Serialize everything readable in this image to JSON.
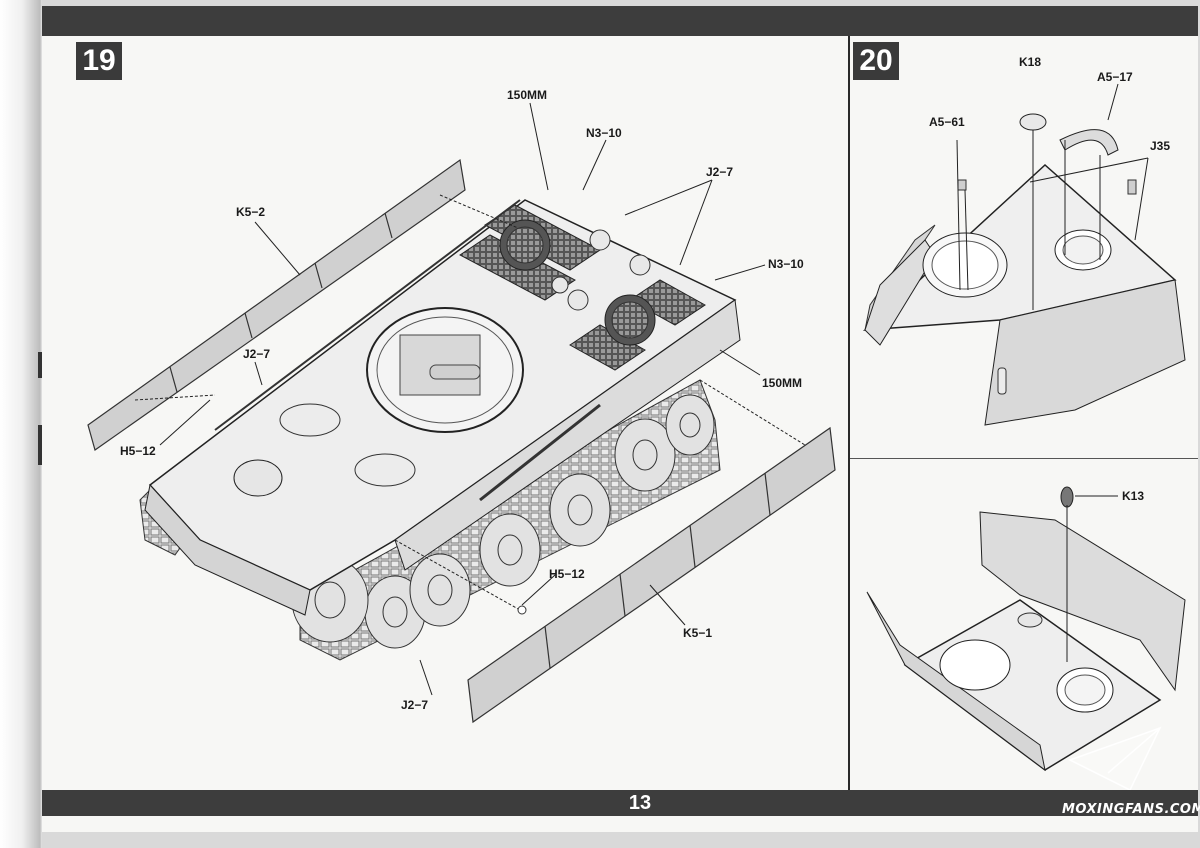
{
  "page_number": "13",
  "steps": [
    {
      "number": "19",
      "callouts": {
        "mm_top": "150MM",
        "n3_top": "N3−10",
        "j2_top": "J2−7",
        "n3_right": "N3−10",
        "mm_right": "150MM",
        "k5_2": "K5−2",
        "j2_left": "J2−7",
        "h5_left": "H5−12",
        "h5_bottom": "H5−12",
        "k5_1": "K5−1",
        "j2_bottom": "J2−7"
      }
    },
    {
      "number": "20",
      "callouts": {
        "k18": "K18",
        "a5_17": "A5−17",
        "a5_61": "A5−61",
        "j35": "J35",
        "k13": "K13"
      }
    }
  ],
  "watermark": {
    "text": "MOXINGFANS.COM",
    "icon": "paper-plane-logo-icon"
  }
}
